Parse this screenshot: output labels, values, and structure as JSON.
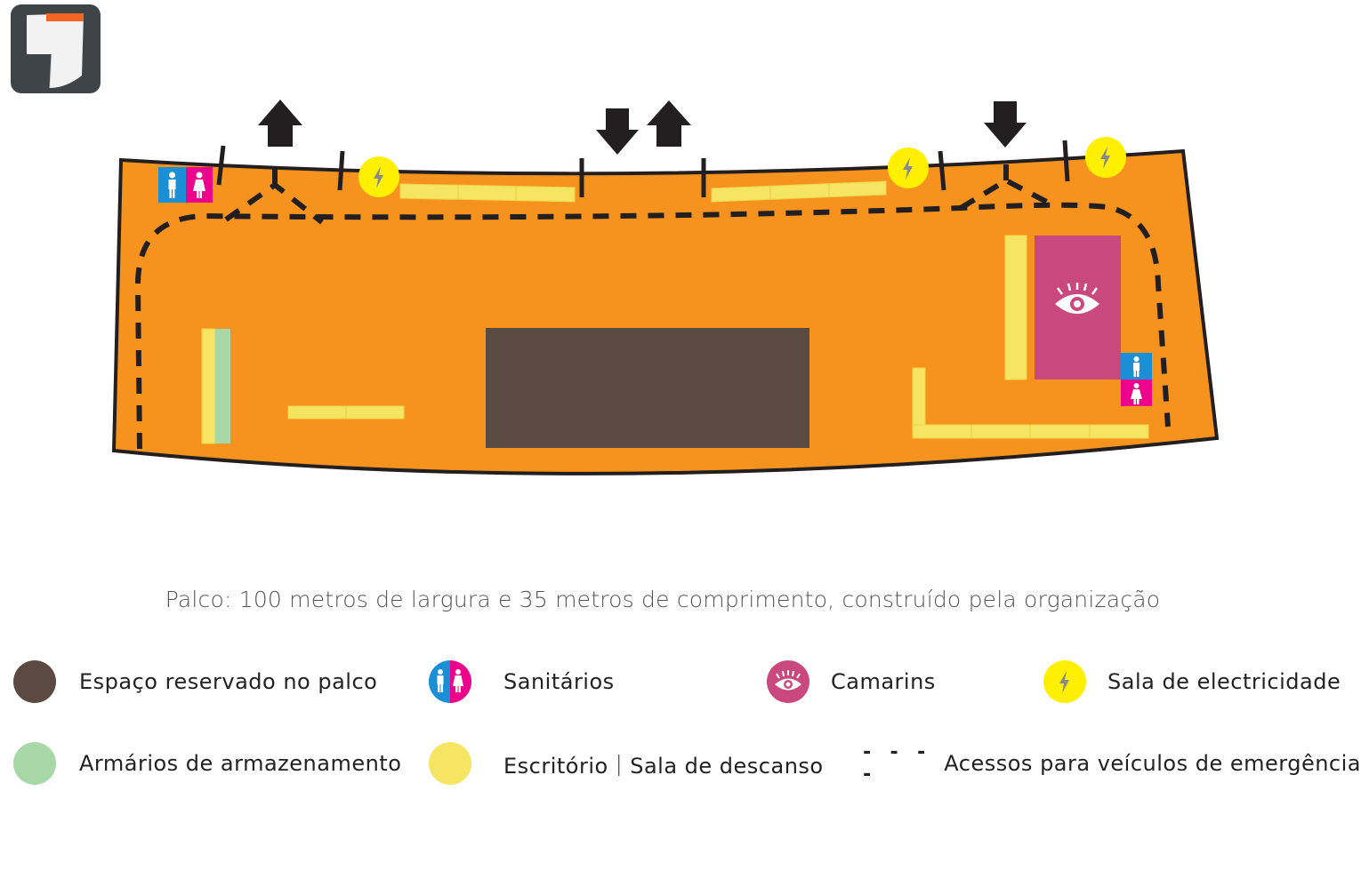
{
  "caption": "Palco: 100 metros de largura e 35 metros de comprimento, construído pela organização",
  "colors": {
    "stage_floor": "#f6931e",
    "reserved_space": "#5b4a42",
    "storage_lockers": "#a8d8a8",
    "office_rest": "#f6e463",
    "dressing_rooms": "#c9497f",
    "electricity": "#ffef00",
    "toilet_male": "#1a8fd6",
    "toilet_female": "#ec008c",
    "route": "#231f20"
  },
  "legend": {
    "reserved": {
      "label": "Espaço reservado no palco",
      "icon": "brown-circle"
    },
    "toilets": {
      "label": "Sanitários",
      "icon": "toilet-icon"
    },
    "dressing": {
      "label": "Camarins",
      "icon": "eye-icon"
    },
    "electric": {
      "label": "Sala de electricidade",
      "icon": "lightning-icon"
    },
    "storage": {
      "label": "Armários de armazenamento",
      "icon": "green-circle"
    },
    "office": {
      "label": "Escritório｜Sala de descanso",
      "icon": "yellow-circle"
    },
    "route": {
      "label": "Acessos para veículos de emergência",
      "swatch": "- - - -"
    }
  },
  "arrows": [
    "exit-up",
    "entry-down",
    "exit-up",
    "entry-down"
  ]
}
